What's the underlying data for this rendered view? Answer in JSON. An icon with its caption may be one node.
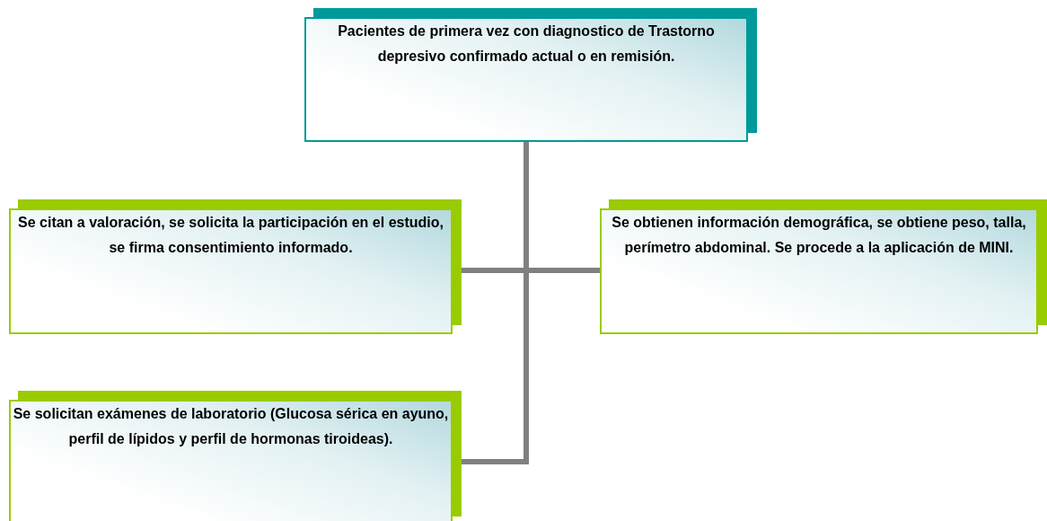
{
  "diagram": {
    "nodes": [
      {
        "text": [
          "Pacientes de primera vez con diagnostico de Trastorno depresivo confirmado actual o en remisión."
        ]
      },
      {
        "text": [
          "Se citan a valoración, se solicita la participación en el estudio, se firma consentimiento informado."
        ]
      },
      {
        "text": [
          "Se obtienen información demográfica, se obtiene peso, talla, perímetro abdominal. Se procede a la aplicación de MINI."
        ]
      },
      {
        "text": [
          "Se solicitan exámenes de laboratorio (Glucosa sérica en ayuno, perfil de lípidos y perfil de hormonas tiroideas)."
        ]
      }
    ],
    "edges": [
      {
        "from": 0,
        "to": 1,
        "arrow": "none"
      },
      {
        "from": 0,
        "to": 2,
        "arrow": "none"
      },
      {
        "from": 0,
        "to": 3,
        "arrow": "none"
      }
    ]
  }
}
